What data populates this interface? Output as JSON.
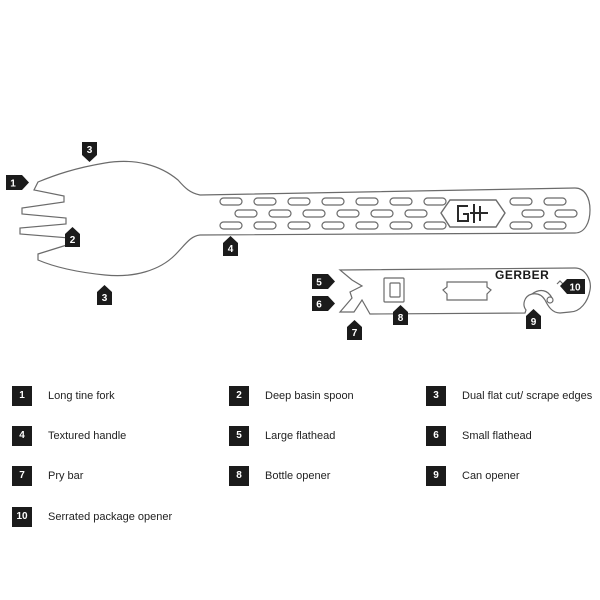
{
  "diagram": {
    "brand": "GERBER",
    "callouts": [
      "1",
      "2",
      "3",
      "3",
      "4",
      "5",
      "6",
      "7",
      "8",
      "9",
      "10"
    ]
  },
  "legend": [
    {
      "number": "1",
      "label": "Long tine fork"
    },
    {
      "number": "2",
      "label": "Deep basin spoon"
    },
    {
      "number": "3",
      "label": "Dual flat cut/ scrape edges"
    },
    {
      "number": "4",
      "label": "Textured handle"
    },
    {
      "number": "5",
      "label": "Large flathead"
    },
    {
      "number": "6",
      "label": "Small flathead"
    },
    {
      "number": "7",
      "label": "Pry bar"
    },
    {
      "number": "8",
      "label": "Bottle opener"
    },
    {
      "number": "9",
      "label": "Can opener"
    },
    {
      "number": "10",
      "label": "Serrated package opener"
    }
  ],
  "colors": {
    "outline": "#6b6b6b",
    "tag": "#1b1b1b",
    "background": "#ffffff"
  }
}
